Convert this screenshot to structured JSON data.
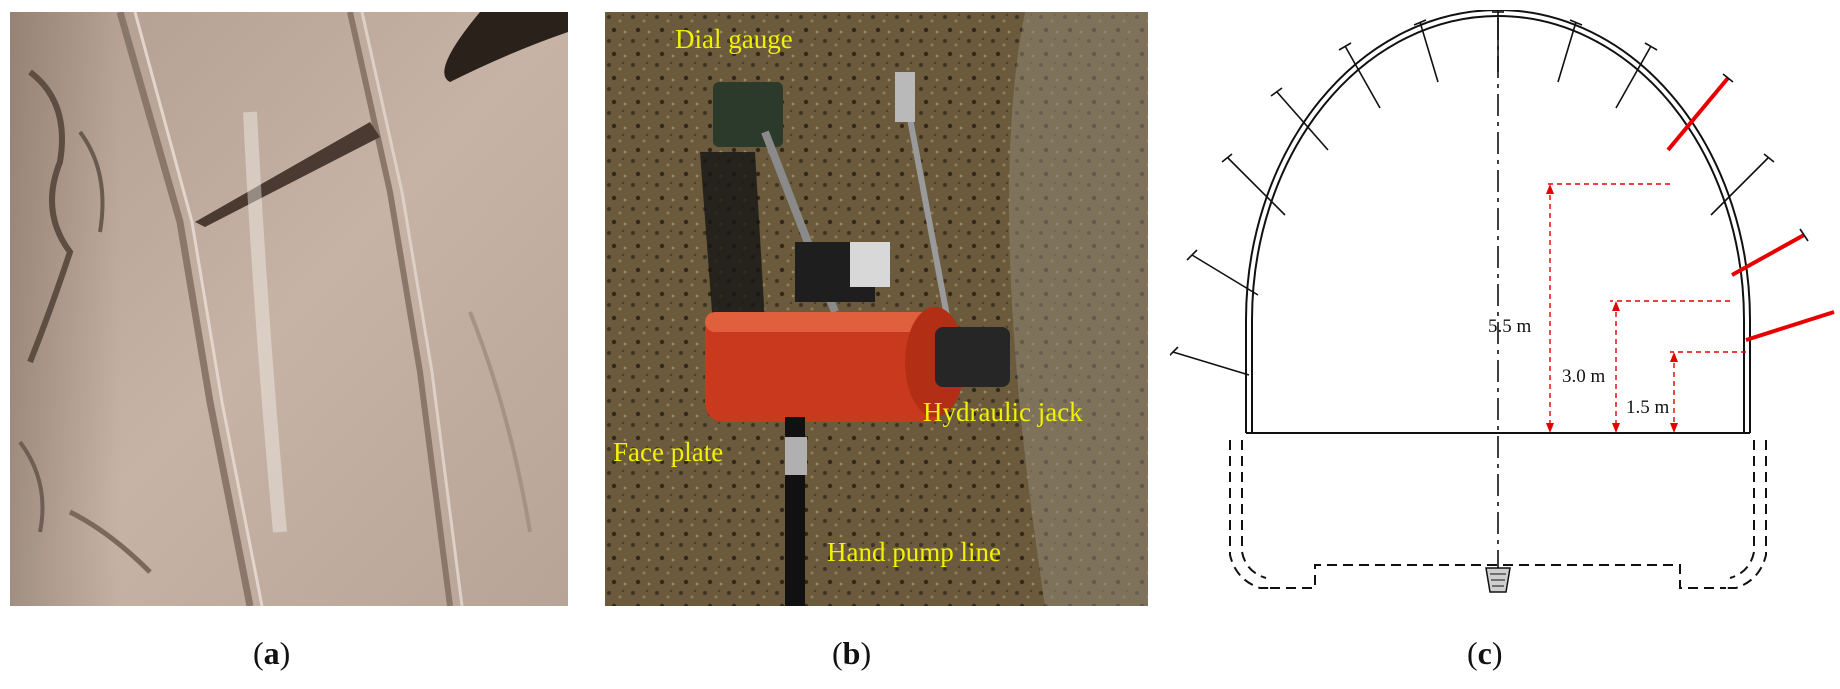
{
  "panel_b": {
    "labels": {
      "dial_gauge": "Dial gauge",
      "hydraulic_jack": "Hydraulic  jack",
      "face_plate": "Face plate",
      "hand_pump_line": "Hand pump line"
    }
  },
  "panel_c": {
    "dimensions": [
      "5.5 m",
      "3.0 m",
      "1.5 m"
    ],
    "highlight_color": "#e60000"
  },
  "captions": {
    "a": {
      "open": "(",
      "letter": "a",
      "close": ")"
    },
    "b": {
      "open": "(",
      "letter": "b",
      "close": ")"
    },
    "c": {
      "open": "(",
      "letter": "c",
      "close": ")"
    }
  }
}
